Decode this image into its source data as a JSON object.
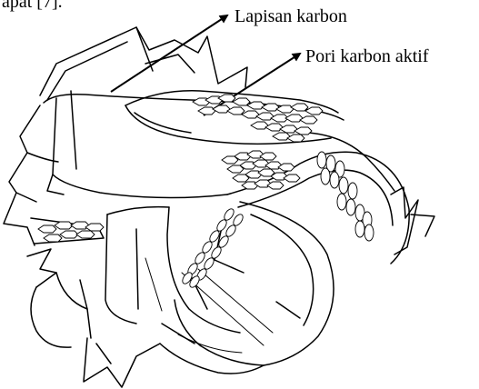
{
  "caption_fragment": "apat [7].",
  "labels": {
    "carbon_layer": "Lapisan karbon",
    "activated_carbon_pore": "Pori karbon aktif"
  },
  "colors": {
    "ink": "#000000",
    "background": "#ffffff"
  }
}
